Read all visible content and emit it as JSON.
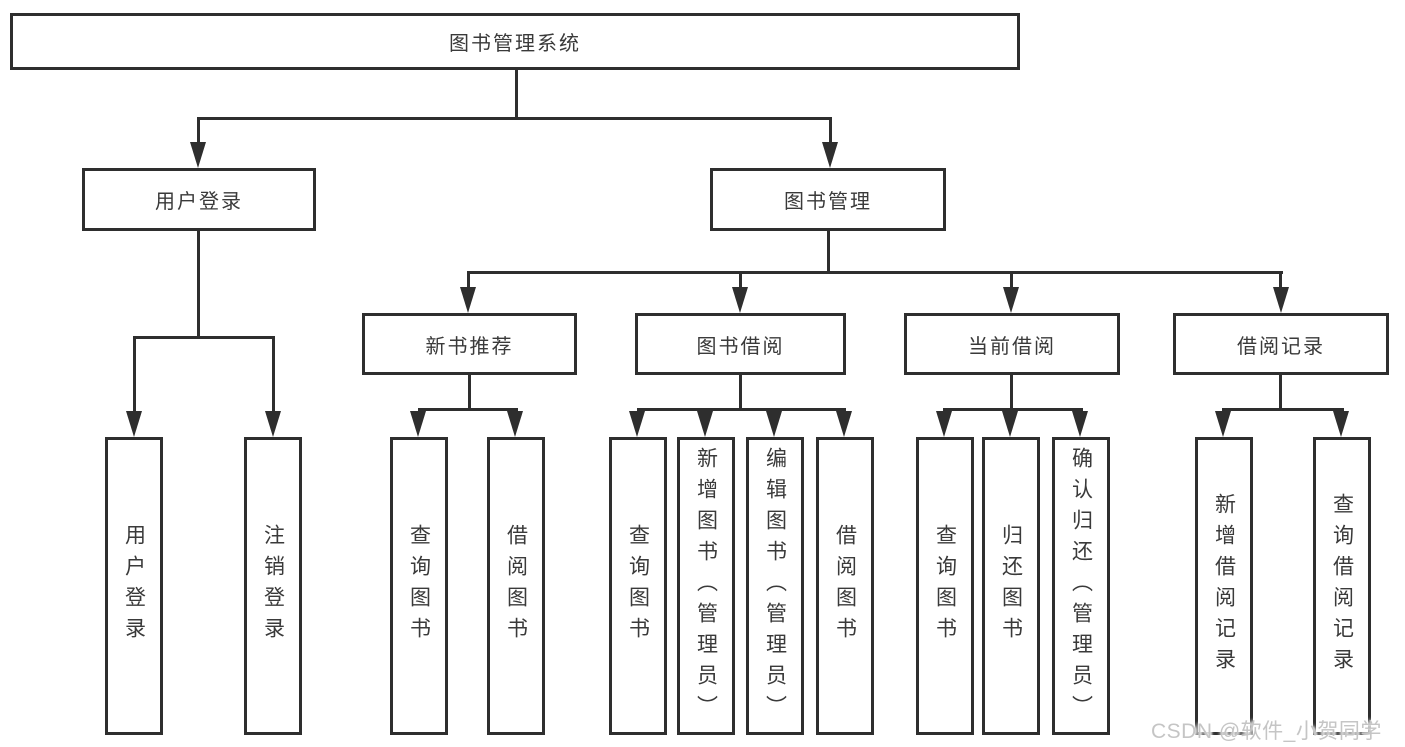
{
  "diagram": {
    "title": "图书管理系统",
    "groups": [
      {
        "label": "用户登录",
        "leaves": [
          "用户登录",
          "注销登录"
        ]
      },
      {
        "label": "图书管理",
        "sections": [
          {
            "label": "新书推荐",
            "leaves": [
              "查询图书",
              "借阅图书"
            ]
          },
          {
            "label": "图书借阅",
            "leaves": [
              "查询图书",
              "新增图书（管理员）",
              "编辑图书（管理员）",
              "借阅图书"
            ]
          },
          {
            "label": "当前借阅",
            "leaves": [
              "查询图书",
              "归还图书",
              "确认归还（管理员）"
            ]
          },
          {
            "label": "借阅记录",
            "leaves": [
              "新增借阅记录",
              "查询借阅记录"
            ]
          }
        ]
      }
    ]
  },
  "watermark": "CSDN @软件_小贺同学",
  "colors": {
    "line": "#2e2e2e",
    "text": "#3a3a3a",
    "watermark": "#c5c5c5",
    "background": "#ffffff"
  }
}
